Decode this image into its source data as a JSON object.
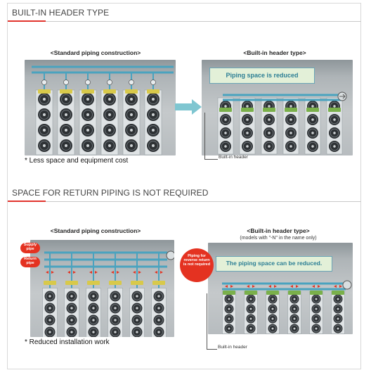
{
  "section1": {
    "title": "BUILT-IN HEADER TYPE",
    "left_caption": "<Standard piping construction>",
    "right_caption": "<Built-in header type>",
    "banner": "Piping space is reduced",
    "header_label": "Built-in header",
    "note": "* Less space and equipment cost"
  },
  "section2": {
    "title": "SPACE FOR RETURN PIPING IS NOT REQUIRED",
    "left_caption": "<Standard piping construction>",
    "right_caption": "<Built-in header type>",
    "right_subcaption": "(models with \"-N\" in the name only)",
    "banner": "The piping space can be reduced.",
    "supply_label": "Supply pipe",
    "return_label": "Return pipe",
    "bubble_text": "Piping for reverse return is not required",
    "header_label": "Built-in header",
    "note": "* Reduced installation work"
  },
  "colors": {
    "accent_red": "#e2342d",
    "pipe_blue": "#4aa3bf",
    "arrow_teal": "#7fc6d1",
    "header_green": "#7ab04a",
    "valve_yellow": "#d8c94a"
  }
}
